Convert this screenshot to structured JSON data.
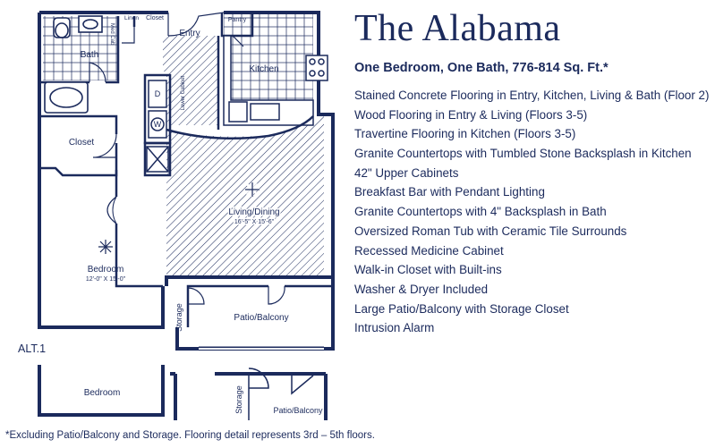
{
  "header": {
    "title": "The Alabama",
    "subtitle": "One Bedroom, One Bath, 776-814 Sq. Ft.*"
  },
  "features": [
    "Stained Concrete Flooring in Entry, Kitchen, Living & Bath (Floor 2)",
    "Wood Flooring in Entry & Living (Floors 3-5)",
    "Travertine Flooring in Kitchen (Floors 3-5)",
    "Granite Countertops with Tumbled Stone Backsplash in Kitchen",
    "42\" Upper Cabinets",
    "Breakfast Bar with Pendant Lighting",
    "Granite Countertops with 4\" Backsplash in Bath",
    "Oversized Roman Tub with Ceramic Tile Surrounds",
    "Recessed Medicine Cabinet",
    "Walk-in Closet with Built-ins",
    "Washer & Dryer Included",
    "Large Patio/Balcony with Storage Closet",
    "Intrusion Alarm"
  ],
  "floorplan": {
    "rooms": {
      "bath": "Bath",
      "med_cab": "Med Cab",
      "linen": "Linen",
      "closet_top": "Closet",
      "entry": "Entry",
      "pantry": "Pantry",
      "kitchen": "Kitchen",
      "closet": "Closet",
      "washer": "W",
      "dryer": "D",
      "lower_cabinet": "Lower Cabinet",
      "living": "Living/Dining",
      "living_dim": "16'-5\" X 15'-6\"",
      "bedroom": "Bedroom",
      "bedroom_dim": "12'-0\" X 15'-0\"",
      "storage": "Storage",
      "patio": "Patio/Balcony"
    },
    "alt": {
      "label": "ALT.1",
      "bedroom": "Bedroom",
      "storage": "Storage",
      "patio": "Patio/Balcony"
    }
  },
  "footnote": "*Excluding Patio/Balcony and Storage.  Flooring detail represents 3rd – 5th floors."
}
